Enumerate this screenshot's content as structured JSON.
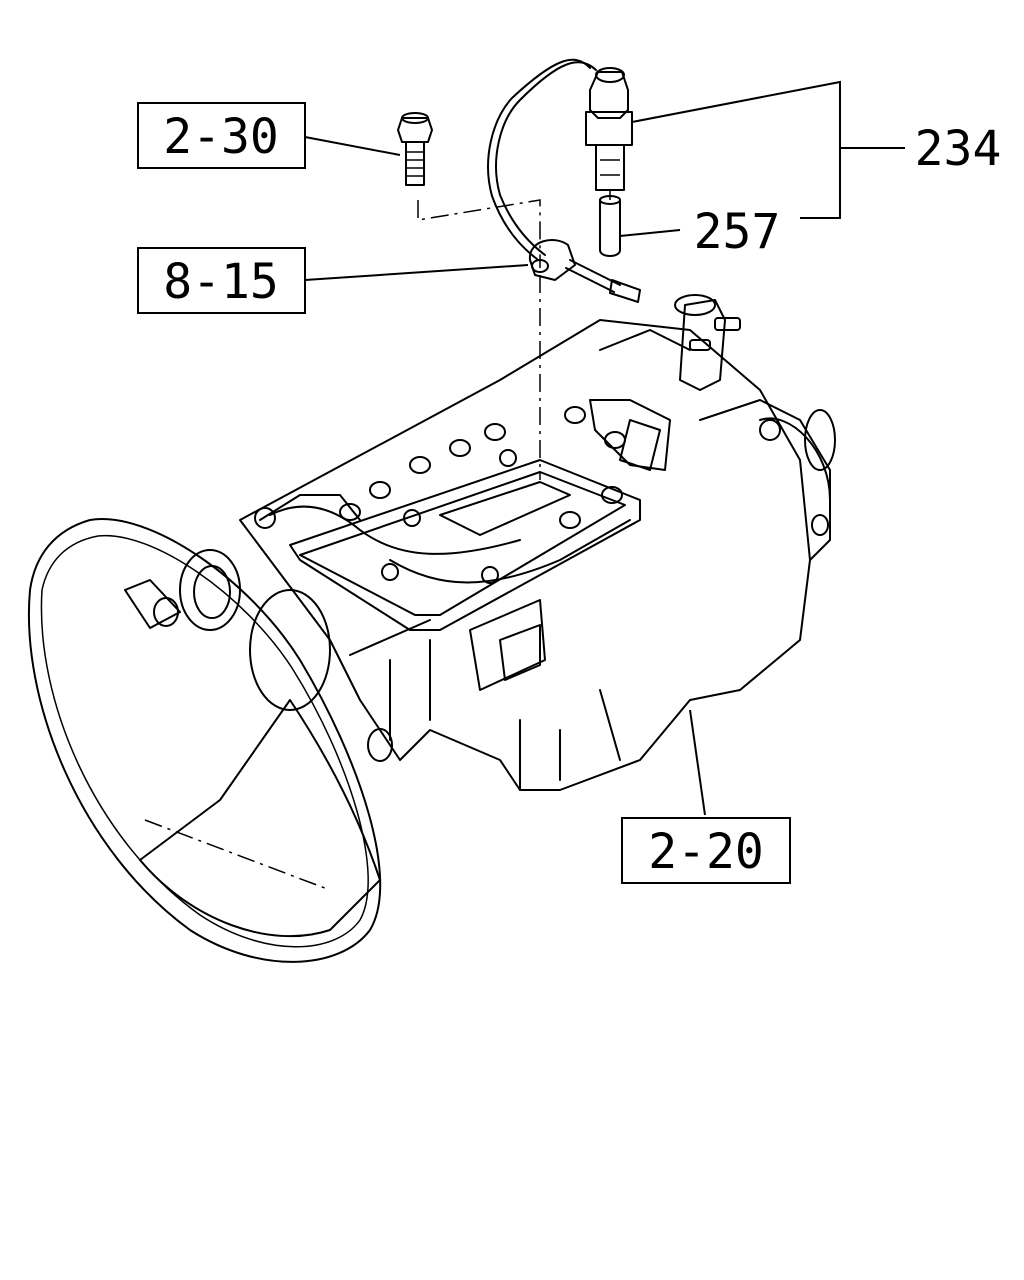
{
  "callouts": {
    "bolt_ref": "2-30",
    "clip_ref": "8-15",
    "transmission_ref": "2-20",
    "switch_assembly_no": "234",
    "sleeve_no": "257"
  }
}
